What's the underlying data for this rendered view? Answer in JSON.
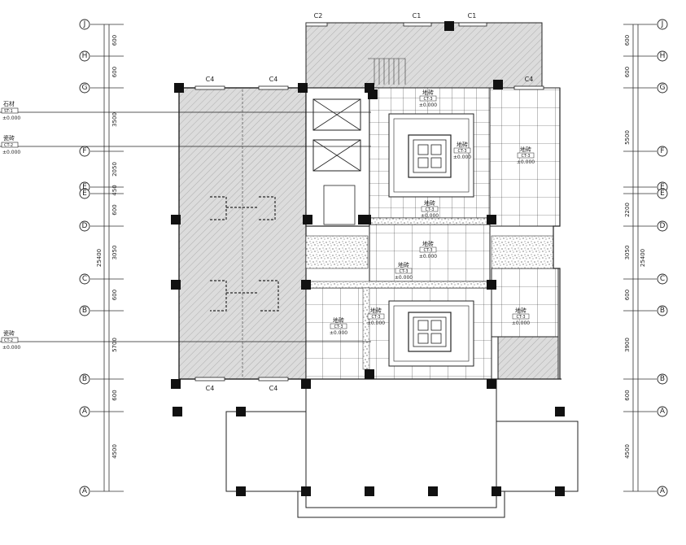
{
  "axes_right": [
    {
      "label": "J",
      "key": "J"
    },
    {
      "label": "H",
      "key": "H"
    },
    {
      "label": "G",
      "key": "G"
    },
    {
      "label": "F",
      "key": "F"
    },
    {
      "label": "E",
      "key": "E"
    },
    {
      "label": "E",
      "key": "E2"
    },
    {
      "label": "D",
      "key": "D"
    },
    {
      "label": "C",
      "key": "C"
    },
    {
      "label": "B",
      "key": "B0"
    },
    {
      "label": "B",
      "key": "B"
    },
    {
      "label": "A",
      "key": "A"
    },
    {
      "label": "A",
      "key": "A0"
    }
  ],
  "axes_left": [
    {
      "label": "J",
      "key": "J"
    },
    {
      "label": "H",
      "key": "H"
    },
    {
      "label": "G",
      "key": "G"
    },
    {
      "label": "F",
      "key": "F"
    },
    {
      "label": "E",
      "key": "E"
    },
    {
      "label": "E",
      "key": "E2"
    },
    {
      "label": "D",
      "key": "D"
    },
    {
      "label": "C",
      "key": "C"
    },
    {
      "label": "B",
      "key": "B0"
    },
    {
      "label": "B",
      "key": "B"
    },
    {
      "label": "A",
      "key": "A"
    },
    {
      "label": "A",
      "key": "A0"
    }
  ],
  "dims_left": [
    {
      "text": "600",
      "from": "J",
      "to": "H"
    },
    {
      "text": "600",
      "from": "H",
      "to": "G"
    },
    {
      "text": "3500",
      "from": "G",
      "to": "F"
    },
    {
      "text": "2050",
      "from": "F",
      "to": "E"
    },
    {
      "text": "450",
      "from": "E",
      "to": "E2"
    },
    {
      "text": "600",
      "from": "E2",
      "to": "D"
    },
    {
      "text": "3050",
      "from": "D",
      "to": "C"
    },
    {
      "text": "600",
      "from": "C",
      "to": "B0"
    },
    {
      "text": "5700",
      "from": "B0",
      "to": "B"
    },
    {
      "text": "600",
      "from": "B",
      "to": "A"
    },
    {
      "text": "4500",
      "from": "A",
      "to": "A0"
    }
  ],
  "dims_right": [
    {
      "text": "600",
      "from": "J",
      "to": "H"
    },
    {
      "text": "600",
      "from": "H",
      "to": "G"
    },
    {
      "text": "5500",
      "from": "G",
      "to": "E"
    },
    {
      "text": "2200",
      "from": "E2",
      "to": "D"
    },
    {
      "text": "3050",
      "from": "D",
      "to": "C"
    },
    {
      "text": "600",
      "from": "C",
      "to": "B0"
    },
    {
      "text": "3900",
      "from": "B0",
      "to": "B"
    },
    {
      "text": "600",
      "from": "B",
      "to": "A"
    },
    {
      "text": "4500",
      "from": "A",
      "to": "A0"
    }
  ],
  "total_left": "25400",
  "total_right": "25400",
  "windows": [
    {
      "label": "C2",
      "key": "c2"
    },
    {
      "label": "C1",
      "key": "c1a"
    },
    {
      "label": "C1",
      "key": "c1b"
    },
    {
      "label": "C4",
      "key": "c4a"
    },
    {
      "label": "C4",
      "key": "c4b"
    },
    {
      "label": "C4",
      "key": "c4c"
    },
    {
      "label": "C4",
      "key": "c4d"
    },
    {
      "label": "C4",
      "key": "c4e"
    }
  ],
  "callouts": [
    {
      "title": "石材",
      "code": "ST-1",
      "level": "±0.000",
      "key": "stone"
    },
    {
      "title": "瓷砖",
      "code": "CT-2",
      "level": "±0.000",
      "key": "tile1"
    },
    {
      "title": "瓷砖",
      "code": "CT-2",
      "level": "±0.000",
      "key": "tile2"
    }
  ],
  "room_labels": [
    {
      "title": "地砖",
      "code": "CT-3",
      "level": "±0.000",
      "key": "r1"
    },
    {
      "title": "地砖",
      "code": "CT-3",
      "level": "±0.000",
      "key": "r2"
    },
    {
      "title": "地砖",
      "code": "CT-3",
      "level": "±0.000",
      "key": "r3"
    },
    {
      "title": "地砖",
      "code": "CT-3",
      "level": "±0.000",
      "key": "r4"
    },
    {
      "title": "地砖",
      "code": "CT-3",
      "level": "±0.000",
      "key": "r5"
    },
    {
      "title": "地砖",
      "code": "CT-3",
      "level": "±0.000",
      "key": "r6"
    },
    {
      "title": "地砖",
      "code": "CT-3",
      "level": "±0.000",
      "key": "r7"
    },
    {
      "title": "地砖",
      "code": "CT-3",
      "level": "±0.000",
      "key": "r8"
    },
    {
      "title": "地砖",
      "code": "CT-3",
      "level": "±0.000",
      "key": "r9"
    }
  ]
}
